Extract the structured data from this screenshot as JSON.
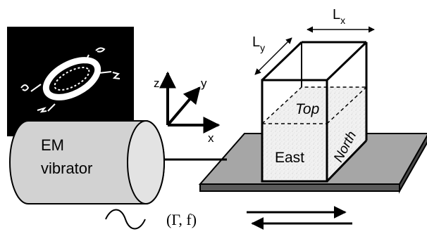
{
  "labels": {
    "em_line1": "EM",
    "em_line2": "vibrator",
    "dim_lx_main": "L",
    "dim_lx_sub": "x",
    "dim_ly_main": "L",
    "dim_ly_sub": "y",
    "axis_x": "x",
    "axis_y": "y",
    "axis_z": "z",
    "face_top": "Top",
    "face_north": "North",
    "face_east": "East",
    "params": "(Γ, f)"
  },
  "colors": {
    "ink": "#000000",
    "vibrator_fill": "#d2d2d2",
    "vibrator_cap": "#e3e3e3",
    "plate_top": "#a6a6a6",
    "plate_side": "#5a5a5a",
    "grain_fill": "#f1f1f1",
    "inset_bg": "#000000",
    "pattern": "#ffffff"
  },
  "icons": [
    "sine-wave-icon",
    "double-arrow-icon",
    "coordinate-axes-icon",
    "particle-pattern-image"
  ]
}
